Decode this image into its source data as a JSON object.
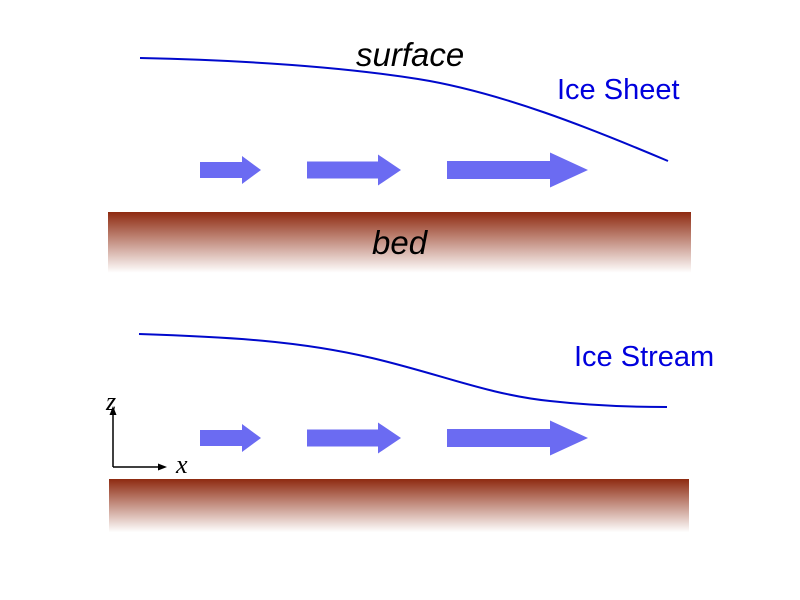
{
  "title": "Ice Sheet vs Ice Stream flow diagram",
  "colors": {
    "background": "#ffffff",
    "curve": "#0009cc",
    "label_blue": "#0000dd",
    "arrow": "#6b6bf2",
    "bed_top": "#8e2a10",
    "bed_fade": "#ffffff",
    "text": "#000000"
  },
  "ice_sheet_panel": {
    "surface_label": "surface",
    "title_label": "Ice Sheet",
    "bed_label": "bed",
    "flow_arrows": "three right-pointing arrows of increasing length"
  },
  "ice_stream_panel": {
    "title_label": "Ice Stream",
    "flow_arrows": "three right-pointing arrows of increasing length"
  },
  "axes": {
    "vertical_label": "z",
    "horizontal_label": "x"
  }
}
